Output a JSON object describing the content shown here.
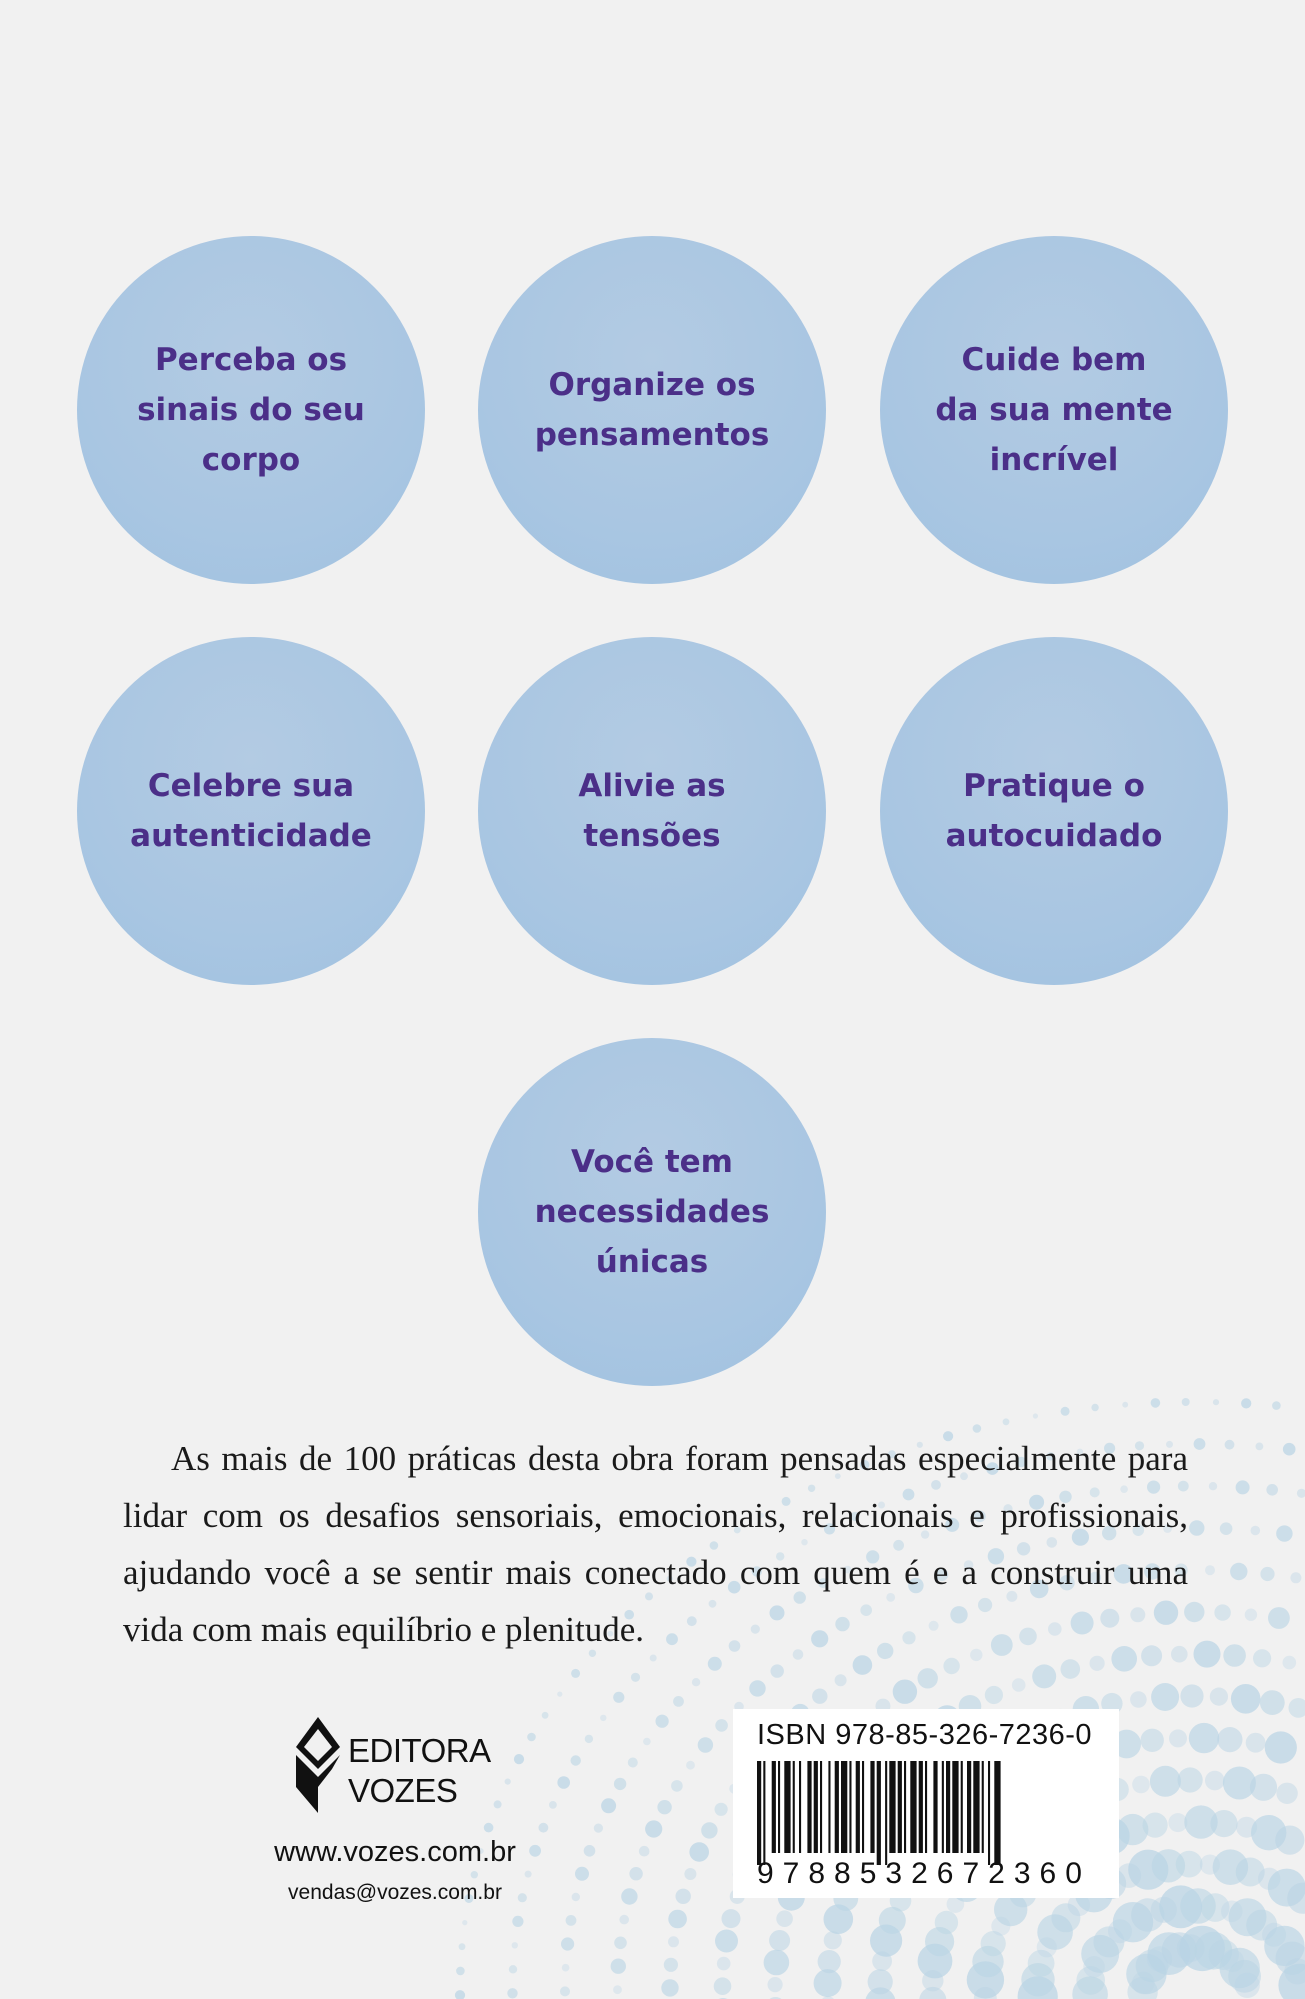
{
  "colors": {
    "background": "#f1f1f1",
    "bubble": "#a9c6e2",
    "bubble_text": "#4b2f88",
    "dots": "#b9d4e4"
  },
  "bubbles": [
    {
      "label": "Perceba os\nsinais do seu\ncorpo"
    },
    {
      "label": "Organize os\npensamentos"
    },
    {
      "label": "Cuide bem\nda sua mente\nincrível"
    },
    {
      "label": "Celebre sua\nautenticidade"
    },
    {
      "label": "Alivie as\ntensões"
    },
    {
      "label": "Pratique o\nautocuidado"
    },
    {
      "label": "Você tem\nnecessidades\núnicas"
    }
  ],
  "blurb": "As mais de 100 práticas desta obra foram pensadas especialmente para lidar com os desafios sensoriais, emocionais, relacionais e profissionais, ajudando você a se sentir mais conectado com quem é e a construir uma vida com mais equilíbrio e plenitude.",
  "publisher": {
    "name_line1": "EDITORA",
    "name_line2": "VOZES",
    "website": "www.vozes.com.br",
    "email": "vendas@vozes.com.br"
  },
  "isbn": {
    "label": "ISBN 978-85-326-7236-0",
    "digits": "9788532672360"
  }
}
